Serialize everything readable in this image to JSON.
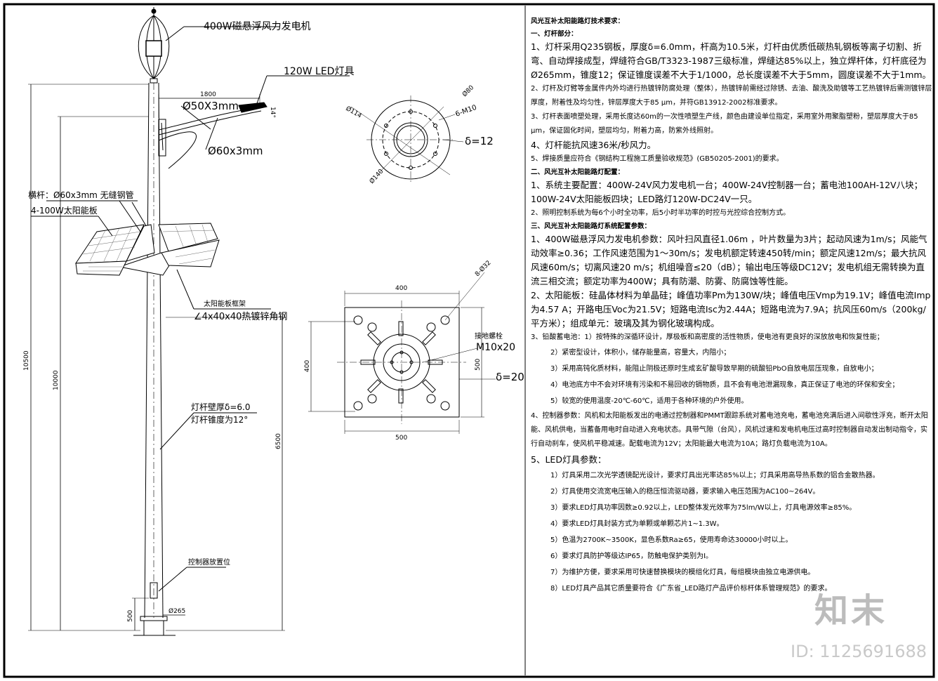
{
  "drawing": {
    "labels": {
      "wind_turbine": "400W磁悬浮风力发电机",
      "led_lamp": "120W LED灯具",
      "arm_length": "1800",
      "arm_tube1": "Ø50X3mm",
      "arm_tube2": "Ø60x3mm",
      "arm_angle": "14°",
      "brace": "横杆：Ø60x3mm 无缝钢管",
      "solar_panel": "4-100W太阳能板",
      "panel_bracket1": "太阳能板框架",
      "panel_bracket2": "∠4x40x40热镀锌角钢",
      "pole_wall": "灯杆壁厚δ=6.0",
      "pole_taper": "灯杆锥度为12°",
      "controller": "控制器放置位",
      "base_dia": "Ø265",
      "dim_500": "500",
      "dim_6500": "6500",
      "dim_10000": "10000",
      "dim_10500": "10500"
    },
    "flange": {
      "d114": "Ø114",
      "d80": "Ø80",
      "bolts": "6-M10",
      "thickness": "δ=12",
      "d140": "Ø140"
    },
    "base_plate": {
      "hole": "8-Ø32",
      "w400": "400",
      "h400": "400",
      "h500": "500",
      "w500": "500",
      "anchor_label": "接地螺栓",
      "anchor_size": "M10x20",
      "thickness": "δ=20"
    }
  },
  "spec": {
    "title": "风光互补太阳能路灯技术要求：",
    "sections": [
      {
        "heading": "一、灯杆部分：",
        "paragraphs": [
          {
            "size": "big",
            "text": "1、灯杆采用Q235钢板，厚度δ=6.0mm，杆高为10.5米，灯杆由优质低碳热轧钢板等离子切割、折弯、自动焊接成型，焊缝符合GB/T3323-1987三级标准，焊缝达85%以上，独立焊杆体，灯杆底径为Ø265mm，锥度12；保证锥度误差不大于1/1000，总长度误差不大于5mm，圆度误差不大于1mm。"
          },
          {
            "size": "",
            "text": "2、灯杆及灯臂等金属件内外均进行热镀锌防腐处理（整体），热镀锌前需经过除锈、去油、酸洗及助镀等工艺热镀锌后需测镀锌层厚度，附着性及均匀性，锌层厚度大于85 μm，并符GB13912-2002标准要求。"
          },
          {
            "size": "",
            "text": "3、灯杆表面喷塑处理，采用长度达60m的一次性喷塑生产线，颜色由建设单位指定，采用室外用聚脂塑粉，塑层厚度大于85 μm，保证固化时间，塑层均匀，附着力高，防紫外线照射。"
          },
          {
            "size": "",
            "text": "4、灯杆能抗风速36米/秒风力。"
          },
          {
            "size": "",
            "text": "5、焊接质量应符合《钢结构工程施工质量验收规范》(GB50205-2001)的要求。"
          }
        ]
      },
      {
        "heading": "二、风光互补太阳能路灯配置：",
        "paragraphs": [
          {
            "size": "big",
            "text": "1、系统主要配置：400W-24V风力发电机一台；400W-24V控制器一台；蓄电池100AH-12V八块；100W-24V太阳能板四块；LED路灯120W-DC24V一只。"
          },
          {
            "size": "",
            "text": "2、照明控制系统为每6个小时全功率，后5小时半功率的时控与光控综合控制方式。"
          }
        ]
      },
      {
        "heading": "三、风光互补太阳能路灯系统配置参数：",
        "paragraphs": [
          {
            "size": "big",
            "text": "1、400W磁悬浮风力发电机参数：风叶扫风直径1.06m ，叶片数量为3片；起动风速为1m/s；风能气动效率≥0.36；工作风速范围为1～30m/s；发电机额定转速450转/min；额定风速12m/s；最大抗风风速60m/s；切离风速20 m/s；机组噪音≤20（dB）；输出电压等级DC12V；发电机组无需转换为直流三相交流；额定功率为400W；具有防潮、防雾、防腐蚀等性能。"
          },
          {
            "size": "big",
            "text": "2、太阳能板：硅晶体材料为单晶硅；峰值功率Pm为130W/块；峰值电压Vmp为19.1V；峰值电流Imp为4.57 A；开路电压Voc为21.5V；短路电流Isc为2.44A；短路电流为7.9A；抗风压60m/s（200kg/平方米）；组成单元：玻璃及其为钢化玻璃构成。"
          }
        ]
      }
    ],
    "battery": {
      "lead": "3、铅酸蓄电池：1）按特殊的深循环设计，厚极板和高密度的活性物质，使电池有更良好的深放放电和恢复性能；",
      "items": [
        "2）紧密型设计，体积小，储存能量高，容量大，内阻小；",
        "3）采用高钝化质材料，能阻止阴极还原时生成玄矿酸导致早期的硫酸铅PbO自放电层压现象，自放电小；",
        "4）电池底方中不会对环境有污染和不易回收的镉物质，且不会有电池泄漏现象，真正保证了电池的环保和安全；",
        "5）较宽的使用温度-20℃-60℃，适用于各种环境的户外使用。"
      ]
    },
    "controller": "4、控制器参数：风机和太阳能板发出的电通过控制器和PMMT跟踪系统对蓄电池充电，蓄电池充满后进入间歇性浮充，断开太阳能、风机供电，当蓄备用电时自动进入充电状态。具带气隙（台风），风机过速和发电机电压过高时控制器自动发出制动指令，实行自动刹车，使风机平稳减速。配载电流为12V；太阳能最大电流为10A；路灯负载电流为10A。",
    "led": {
      "heading": "5、LED灯具参数：",
      "items": [
        "1）灯具采用二次光学透镜配光设计，要求灯具出光率达85%以上；灯具采用高导热系数的铝合金散热器。",
        "2）灯具使用交流宽电压输入的稳压恒流驱动器，要求输入电压范围为AC100~264V。",
        "3）要求LED灯具功率因数≥0.92以上，LED整体发光效率为75lm/W以上，灯具电源效率≥85%。",
        "4）要求LED灯具封装方式为单颗或单颗芯片1~1.3W。",
        "5）色温为2700K~3500K，显色系数Ra≥65，使用寿命达30000小时以上。",
        "6）要求灯具防护等级达IP65，防触电保护类别为I。",
        "7）为维护方便，要求采用可快速替换模块的模组化灯具，每组模块由独立电源供电。",
        "8）LED灯具产品其它质量要符合《广东省_LED路灯产品评价标杆体系管理规范》的要求。"
      ]
    }
  },
  "watermark": {
    "logo": "知末",
    "id": "ID: 1125691688"
  }
}
